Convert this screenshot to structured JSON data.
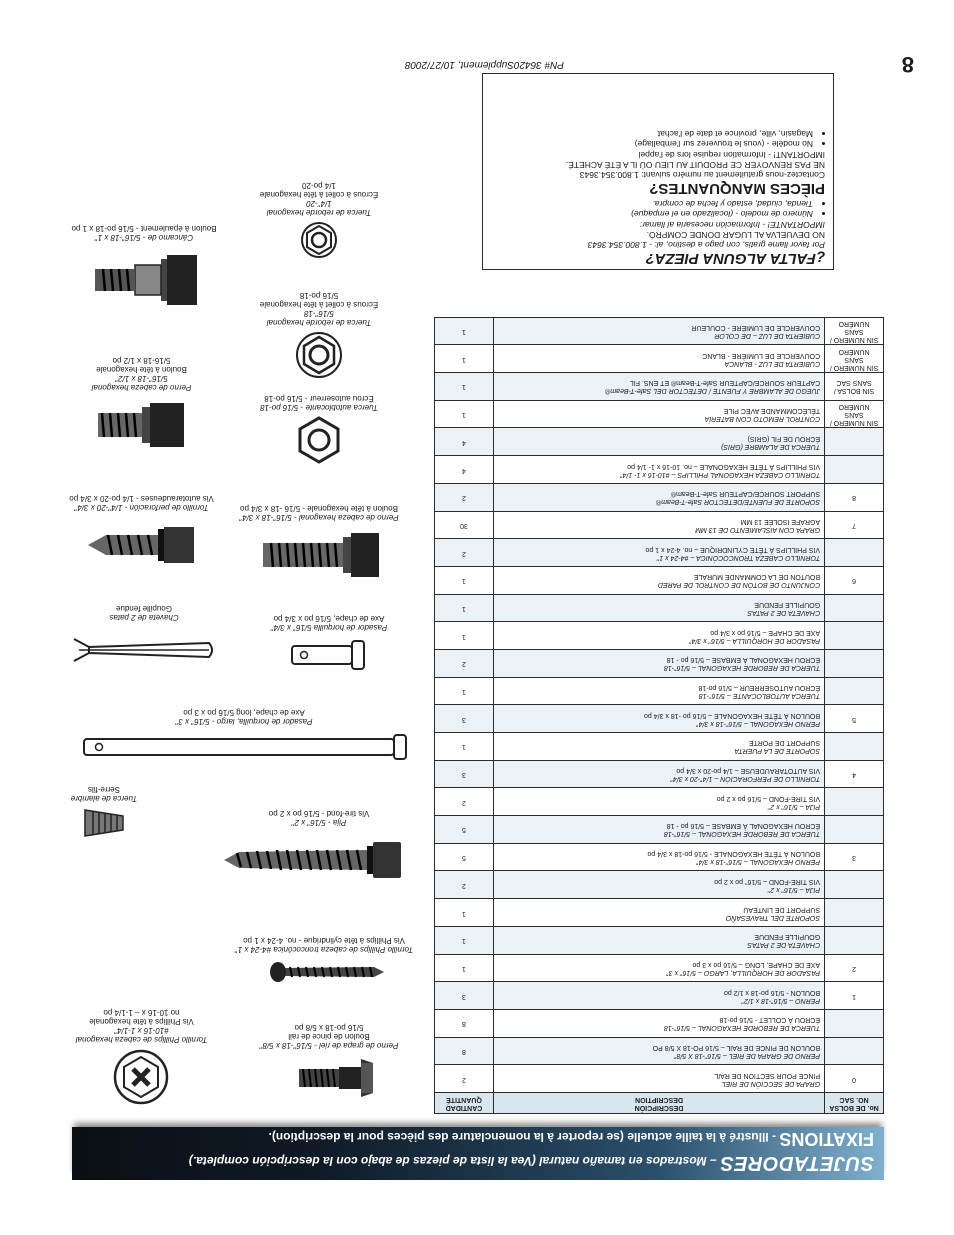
{
  "banner": {
    "es_title": "SUJETADORES",
    "es_text": " – Mostrados en tamaño natural (Vea la lista de piezas de abajo con la descripción completa.)",
    "fr_title": "FIXATIONS",
    "fr_text": " - Illustré à la taille actuelle (se reporter à la nomenclature des pièces pour la description)."
  },
  "table": {
    "headers": {
      "bag_es": "No. DE BOLSA",
      "bag_fr": "NO. SAC",
      "desc_es": "DESCRIPCIÓN",
      "desc_fr": "DESCRIPTION",
      "qty_es": "CANTIDAD",
      "qty_fr": "QUANTITÉ"
    },
    "rows": [
      {
        "bag": "0",
        "es": "GRAPA DE SECCIÓN DE RIEL",
        "fr": "PINCE POUR SECTION DE RAIL",
        "qty": "2"
      },
      {
        "bag": "",
        "es": "PERNO DE GRAPA DE RIEL – 5/16\"-18 X 5/8\"",
        "fr": "BOULON DE PINCE DE RAIL – 5/16 PO-18 X 5/8 PO",
        "qty": "8"
      },
      {
        "bag": "",
        "es": "TUERCA DE REBORDE HEXAGONAL – 5/16\"-18",
        "fr": "ÉCROU À COLLET - 5/16 po-18",
        "qty": "8"
      },
      {
        "bag": "1",
        "es": "PERNO – 5/16\"-18 x 1/2\"",
        "fr": "BOULON - 5/16 po-18 x 1/2 po",
        "qty": "3"
      },
      {
        "bag": "2",
        "es": "PASADOR DE HORQUILLA, LARGO – 5/16\" x 3\"",
        "fr": "AXE DE CHAPE, LONG – 5/16 po x 3 po",
        "qty": "1"
      },
      {
        "bag": "",
        "es": "CHAVETA DE 2 PATAS",
        "fr": "GOUPILLE FENDUE",
        "qty": "1"
      },
      {
        "bag": "",
        "es": "SOPORTE DEL TRAVESAÑO",
        "fr": "SUPPORT DE LINTEAU",
        "qty": "1"
      },
      {
        "bag": "",
        "es": "PIJA – 5/16\" x 2\"",
        "fr": "VIS TIRE-FOND – 5/16\" po x 2 po",
        "qty": "2"
      },
      {
        "bag": "3",
        "es": "PERNO HEXAGONAL – 5/16\"-18 x 3/4\"",
        "fr": "BOULON À TÊTE HEXAGONALE - 5/16 po-18 x 3/4 po",
        "qty": "5"
      },
      {
        "bag": "",
        "es": "TUERCA DE REBORDE HEXAGONAL – 5/16\"-18",
        "fr": "ÉCROU HEXAGONAL À EMBASE – 5/16 po - 18",
        "qty": "5"
      },
      {
        "bag": "",
        "es": "PIJA – 5/16\" x 2\"",
        "fr": "VIS TIRE-FOND – 5/16 po x 2 po",
        "qty": "2"
      },
      {
        "bag": "4",
        "es": "TORNILLO DE PERFORACIÓN – 1/4\"-20 x 3/4\"",
        "fr": "VIS AUTOTARAUDEUSE – 1/4 po-20 x 3/4 po",
        "qty": "3"
      },
      {
        "bag": "",
        "es": "SOPORTE DE LA PUERTA",
        "fr": "SUPPORT DE PORTE",
        "qty": "1"
      },
      {
        "bag": "5",
        "es": "PERNO HEXAGONAL – 5/16\"-18 x 3/4\"",
        "fr": "BOULON À TÊTE HEXAGONALE – 5/16 po -18 x 3/4 po",
        "qty": "3"
      },
      {
        "bag": "",
        "es": "TUERCA AUTOBLOCANTE – 5/16\"-18",
        "fr": "ÉCROU AUTOSERREUR – 5/16 po-18",
        "qty": "1"
      },
      {
        "bag": "",
        "es": "TUERCA DE REBORDE HEXAGONAL – 5/16\"-18",
        "fr": "ÉCROU HEXAGONAL À EMBASE – 5/16 po - 18",
        "qty": "2"
      },
      {
        "bag": "",
        "es": "PASADOR DE HORQUILLA – 5/16\" x 3/4\"",
        "fr": "AXE DE CHAPE – 5/16 po x 3/4 po",
        "qty": "1"
      },
      {
        "bag": "",
        "es": "CHAVETA DE 2 PATAS",
        "fr": "GOUPILLE FENDUE",
        "qty": "1"
      },
      {
        "bag": "6",
        "es": "CONJUNTO DE BOTÓN DE CONTROL DE PARED",
        "fr": "BOUTON DE LA COMMANDE MURALE",
        "qty": "1"
      },
      {
        "bag": "",
        "es": "TORNILLO CABEZA TRONCOCÓNICA – #4-24 x 1\"",
        "fr": "VIS PHILLIPS À TÊTE CYLINDRIQUE – no. 4-24 x 1 po",
        "qty": "2"
      },
      {
        "bag": "7",
        "es": "GRAPA CON AISLAMIENTO DE 13 MM",
        "fr": "AGRAFE ISOLÉE 13 MM",
        "qty": "30"
      },
      {
        "bag": "8",
        "es": "SOPORTE DE FUENTE/DETECTOR Safe-T-Beam®",
        "fr": "SUPPORT SOURCE/CAPTEUR Safe-T-Beam®",
        "qty": "2"
      },
      {
        "bag": "",
        "es": "TORNILLO CABEZA HEXAGONAL PHILLIPS – #10-16 x 1- 1/4\"",
        "fr": "VIS PHILLIPS À TÊTE HEXAGONALE – no. 10-16 x 1- 1/4 po",
        "qty": "4"
      },
      {
        "bag": "",
        "es": "TUERCA DE ALAMBRE (GRIS)",
        "fr": "ÉCROU DE FIL (GRIS)",
        "qty": "4"
      },
      {
        "bag": "SIN NÚMERO / SANS NUMÉRO",
        "es": "CONTROL REMOTO CON BATERÍA",
        "fr": "TÉLÉCOMMANDE AVEC PILE",
        "qty": "1"
      },
      {
        "bag": "SIN BOLSA / SANS SAC",
        "es": "JUEGO DE ALAMBRE Y FUENTE / DETECTOR DEL Safe-T-Beam®",
        "fr": "CAPTEUR SOURCE/CAPTEUR Safe-T-Beam® ET ENS. FIL",
        "qty": "1"
      },
      {
        "bag": "SIN NÚMERO / SANS NUMÉRO",
        "es": "CUBIERTA DE LUZ - BLANCA",
        "fr": "COUVERCLE DE LUMIÈRE - BLANC",
        "qty": "1"
      },
      {
        "bag": "SIN NÚMERO / SANS NUMÉRO",
        "es": "CUBIERTA DE LUZ – DE COLOR",
        "fr": "COUVERCLE DE LUMIÈRE - COULEUR",
        "qty": "1"
      }
    ]
  },
  "figures": {
    "rail_bolt": {
      "es1": "Perno de grapa de riel - 5/16\"-18 x 5/8\"",
      "fr1": "Boulon de pince de rail",
      "fr2": "5/16 po-18 x 5/8 po"
    },
    "phillips_hex": {
      "es1": "Tornillo Phillips de cabeza hexagonal",
      "es2": "#10-16 x 1-1/4\"",
      "fr1": "Vis Phillips à tête hexagonale",
      "fr2": "no 10-16 x – 1-1/4 po"
    },
    "truss_screw": {
      "es1": "Tornillo Phillips de cabeza troncocónica #4-24 x 1\"",
      "fr1": "Vis Phillips à tête cylindrique - no. 4-24 x 1 po"
    },
    "lag_screw": {
      "es1": "Pija - 5/16\" x 2\"",
      "fr1": "Vis tire-fond - 5/16 po x 2 po"
    },
    "wire_nut": {
      "es1": "Tuerca de alambre",
      "fr1": "Serre-fils"
    },
    "clevis_long": {
      "es1": "Pasador de horquilla, largo - 5/16\" x 3\"",
      "fr1": "Axe de chape, long 5/16 po x 3 po"
    },
    "clevis_short": {
      "es1": "Pasador de horquilla 5/16\" x 3/4\"",
      "fr1": "Axe de chape, 5/16 po x 3/4 po"
    },
    "cotter": {
      "es1": "Chaveta de 2 patas",
      "fr1": "Goupille fendue"
    },
    "drill_screw": {
      "es1": "Tornillo de perforación - 1/4\"-20 x 3/4\"",
      "fr1": "Vis autotaraudeuses - 1/4 po-20 x 3/4 po"
    },
    "hex_bolt_34": {
      "es1": "Perno de cabeza hexagonal - 5/16\"-18 x 3/4\"",
      "fr1": "Boulon à tête hexagonale - 5/16 -18 x 3/4 po"
    },
    "lock_nut": {
      "es1": "Tuerca autoblocante - 5/16 po-18",
      "fr1": "Écrou autoserreur - 5/16 po-18"
    },
    "hex_bolt_12": {
      "es1": "Perno de cabeza hexagonal",
      "es2": "5/16\"-18 x 1/2\"",
      "fr1": "Boulon à tête hexagonale",
      "fr2": "5/16-18 x 1/2 po"
    },
    "flange_nut_516": {
      "es1": "Tuerca de reborde hexagonal",
      "es2": "5/16\"-18",
      "fr1": "Écrous à collet à tête hexagonale",
      "fr2": "5/16 po-18"
    },
    "flange_nut_14": {
      "es1": "Tuerca de reborde hexagonal",
      "es2": "1/4\"-20",
      "fr1": "Écrous à collet à tête hexagonale",
      "fr2": "1/4 po-20"
    },
    "shoulder_bolt": {
      "es1": "Cáncamo de - 5/16\"-18 x 1\"",
      "fr1": "Boulon à épaulement - 5/16 po-18 x 1 po"
    }
  },
  "missing": {
    "es_title": "¿FALTA ALGUNA PIEZA?",
    "es_call": "Por favor llame gratis, con pago a destino, al: - 1.800.354.3643",
    "es_warn": "NO DEVUELVA AL LUGAR DONDE COMPRÓ.",
    "es_important": "IMPORTANTE! - Información necesaria al llamar:",
    "es_items": [
      "Número de modelo - (localizado en el empaque)",
      "Tienda, ciudad, estado y fecha de compra."
    ],
    "fr_title": "PIÈCES MANQUANTES?",
    "fr_call": "Contactez-nous gratuitement au numéro suivant: 1.800.354.3643",
    "fr_warn": "NE PAS RENVOYER CE PRODUIT AU LIEU OÙ IL A ÉTÉ ACHETÉ.",
    "fr_important": "IMPORTANT! - Information requise lors de l'appel",
    "fr_items": [
      "No modèle - (vous le trouverez sur l'emballage)",
      "Magasin, ville, province et date de l'achat"
    ]
  },
  "footer": {
    "pn": "PN# 36420Supplement, 10/27/2008",
    "page": "8"
  }
}
